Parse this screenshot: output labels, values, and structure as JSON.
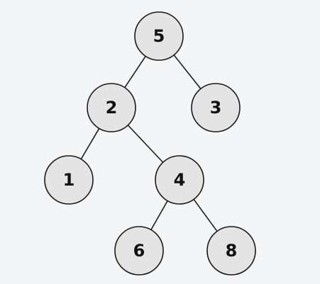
{
  "tree": {
    "nodes": [
      {
        "id": "n5",
        "label": "5"
      },
      {
        "id": "n2",
        "label": "2"
      },
      {
        "id": "n3",
        "label": "3"
      },
      {
        "id": "n1",
        "label": "1"
      },
      {
        "id": "n4",
        "label": "4"
      },
      {
        "id": "n6",
        "label": "6"
      },
      {
        "id": "n8",
        "label": "8"
      }
    ],
    "edges": [
      {
        "from": "n5",
        "to": "n2"
      },
      {
        "from": "n5",
        "to": "n3"
      },
      {
        "from": "n2",
        "to": "n1"
      },
      {
        "from": "n2",
        "to": "n4"
      },
      {
        "from": "n4",
        "to": "n6"
      },
      {
        "from": "n4",
        "to": "n8"
      }
    ],
    "colors": {
      "background": "#f4f5f7",
      "node_fill": "#e4e4e4",
      "stroke": "#1a1a1a",
      "text": "#111111"
    }
  }
}
